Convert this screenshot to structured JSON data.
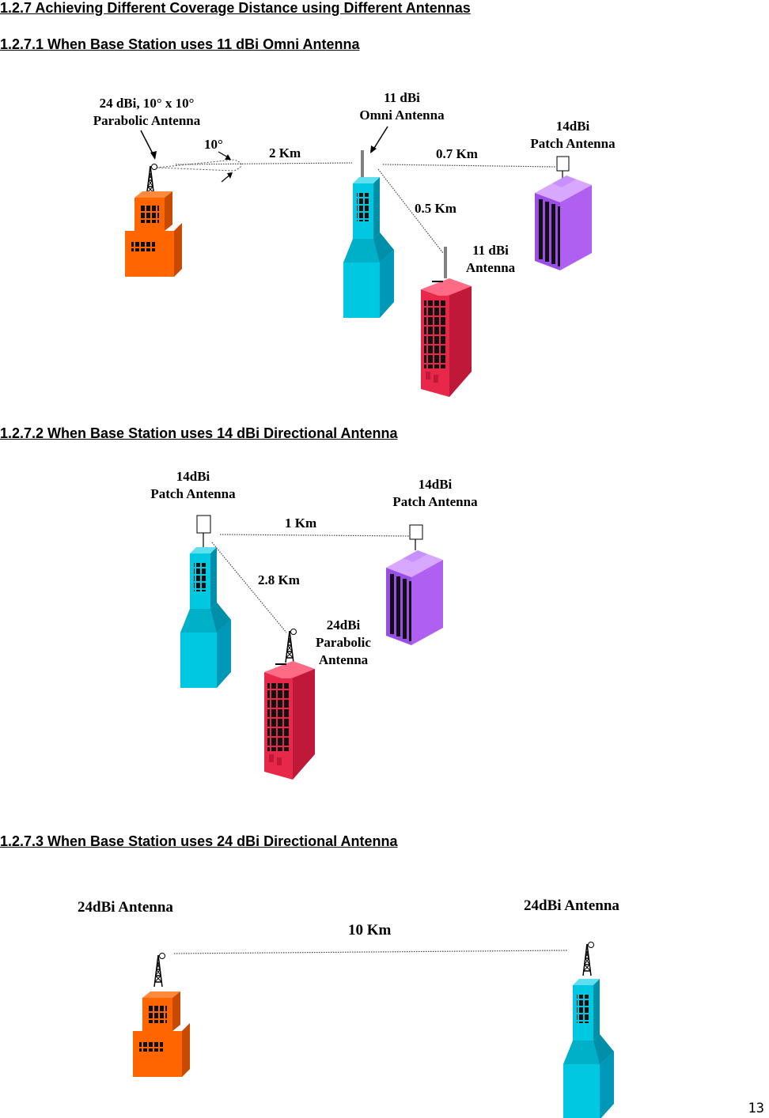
{
  "headings": {
    "main": "1.2.7  Achieving  Different Coverage Distance using Different Antennas",
    "s1": "1.2.7.1  When Base Station uses 11 dBi Omni Antenna",
    "s2": "1.2.7.2  When Base Station uses 14 dBi Directional Antenna",
    "s3": "1.2.7.3  When Base Station uses 24 dBi Directional Antenna"
  },
  "diagram1": {
    "parabolic_line1": "24 dBi, 10° x 10°",
    "parabolic_line2": "Parabolic    Antenna",
    "beam_angle": "10°",
    "dist_main": "2 Km",
    "omni_line1": "11 dBi",
    "omni_line2": "Omni Antenna",
    "patch_line1": "14dBi",
    "patch_line2": "Patch Antenna",
    "dist_patch": "0.7 Km",
    "dist_red": "0.5 Km",
    "red_line1": "11 dBi",
    "red_line2": "Antenna"
  },
  "diagram2": {
    "left_line1": "14dBi",
    "left_line2": "Patch Antenna",
    "right_line1": "14dBi",
    "right_line2": "Patch Antenna",
    "dist_right": "1 Km",
    "dist_red": "2.8 Km",
    "red_line1": "24dBi",
    "red_line2": "Parabolic",
    "red_line3": "Antenna"
  },
  "diagram3": {
    "left_label": "24dBi Antenna",
    "right_label": "24dBi Antenna",
    "distance": "10 Km"
  },
  "page_number": "13",
  "colors": {
    "orange_building": "#ff6600",
    "cyan_building": "#00c8e0",
    "purple_building": "#b060f0",
    "red_building": "#e8284a"
  }
}
